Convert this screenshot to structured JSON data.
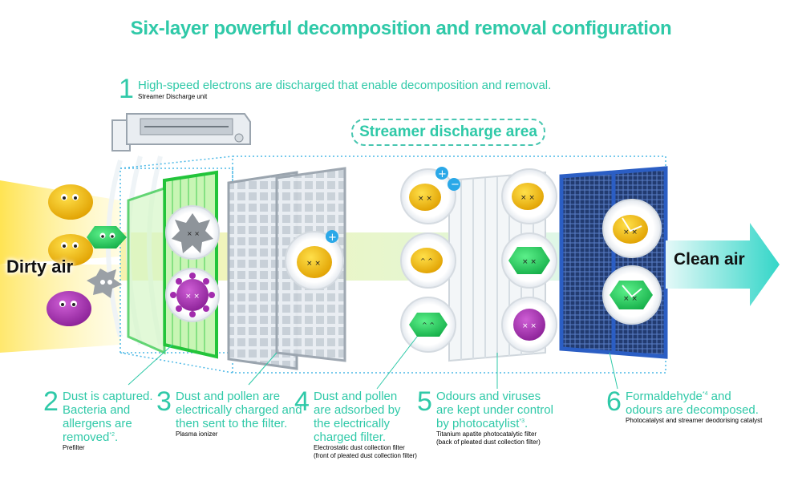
{
  "title": "Six-layer powerful decomposition and removal configuration",
  "streamer_area_label": "Streamer discharge area",
  "dirty_air": "Dirty air",
  "clean_air": "Clean air",
  "colors": {
    "accent": "#2fc9a8",
    "arrow": "#3ad6c6",
    "dust_yellow": "#f0b800",
    "bacteria_green": "#2ed66a",
    "allergen_purple": "#a832b5",
    "filter_blue": "#2b5ec4"
  },
  "steps": [
    {
      "num": "1",
      "text": "High-speed electrons are discharged that enable decomposition and removal.",
      "sub": "Streamer Discharge unit"
    },
    {
      "num": "2",
      "text1": "Dust is captured.",
      "text2": "Bacteria and",
      "text3": "allergens are",
      "text4": "removed",
      "sup": "*2",
      "text4_end": ".",
      "sub": "Prefilter"
    },
    {
      "num": "3",
      "text1": "Dust and pollen are",
      "text2": "electrically charged and",
      "text3": "then sent to the filter.",
      "sub": "Plasma ionizer"
    },
    {
      "num": "4",
      "text1": "Dust and pollen",
      "text2": "are adsorbed by",
      "text3": "the electrically",
      "text4": "charged filter.",
      "sub1": "Electrostatic dust collection filter",
      "sub2": "(front of pleated dust collection filter)"
    },
    {
      "num": "5",
      "text1": "Odours and viruses",
      "text2": "are kept under control",
      "text3": "by photocatylist",
      "sup": "*3",
      "text3_end": ".",
      "sub1": "Titanium apatite photocatalytic filter",
      "sub2": "(back of pleated dust collection filter)"
    },
    {
      "num": "6",
      "text1": "Formaldehyde",
      "sup": "*4",
      "text1_end": " and",
      "text2": "odours are decomposed.",
      "sub": "Photocatalyst and streamer deodorising catalyst"
    }
  ]
}
